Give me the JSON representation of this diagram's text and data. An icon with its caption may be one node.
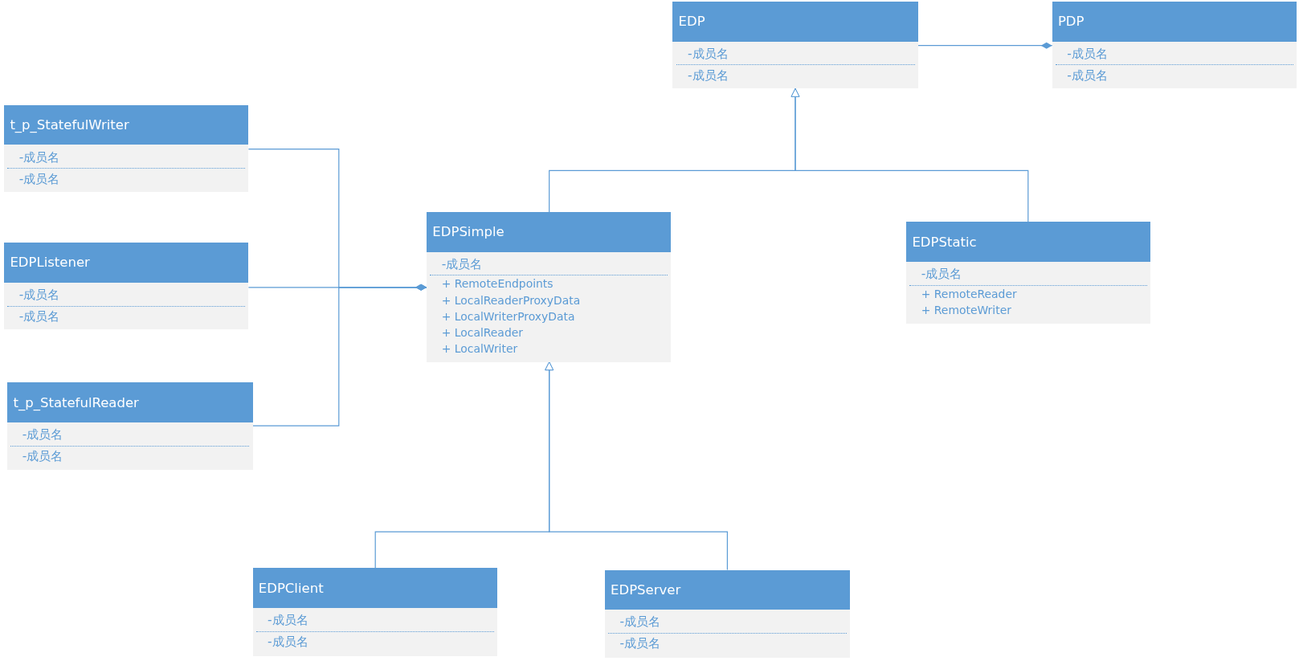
{
  "diagram": {
    "nodes": [
      {
        "text": [
          "EDP",
          "-成员名",
          "-成员名"
        ]
      },
      {
        "text": [
          "PDP",
          "-成员名",
          "-成员名"
        ]
      },
      {
        "text": [
          "t_p_StatefulWriter",
          "-成员名",
          "-成员名"
        ]
      },
      {
        "text": [
          "EDPSimple",
          "-成员名",
          "+ RemoteEndpoints",
          "+ LocalReaderProxyData",
          "+ LocalWriterProxyData",
          "+ LocalReader",
          "+ LocalWriter"
        ]
      },
      {
        "text": [
          "EDPStatic",
          "-成员名",
          "+ RemoteReader",
          "+ RemoteWriter"
        ]
      },
      {
        "text": [
          "EDPListener",
          "-成员名",
          "-成员名"
        ]
      },
      {
        "text": [
          "t_p_StatefulReader",
          "-成员名",
          "-成员名"
        ]
      },
      {
        "text": [
          "EDPClient",
          "-成员名",
          "-成员名"
        ]
      },
      {
        "text": [
          "EDPServer",
          "-成员名",
          "-成员名"
        ]
      }
    ],
    "edges": [
      {
        "from": 0,
        "to": 1,
        "arrow": "other"
      },
      {
        "from": 3,
        "to": 0,
        "arrow": "to"
      },
      {
        "from": 4,
        "to": 0,
        "arrow": "to"
      },
      {
        "from": 2,
        "to": 3,
        "arrow": "other"
      },
      {
        "from": 5,
        "to": 3,
        "arrow": "other"
      },
      {
        "from": 6,
        "to": 3,
        "arrow": "other"
      },
      {
        "from": 7,
        "to": 3,
        "arrow": "to"
      },
      {
        "from": 8,
        "to": 3,
        "arrow": "to"
      }
    ]
  }
}
